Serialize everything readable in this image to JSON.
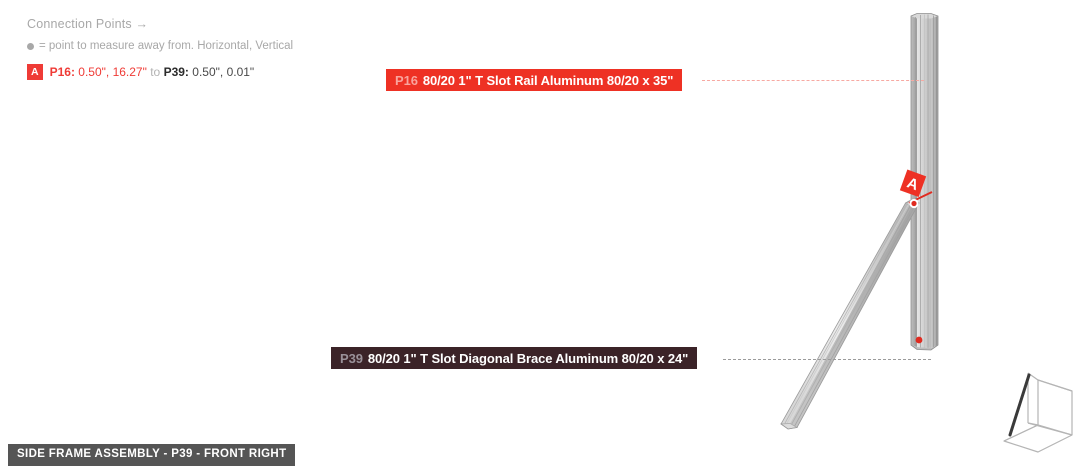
{
  "legend": {
    "title": "Connection Points →",
    "note": "= point to measure away from. Horizontal, Vertical",
    "rows": [
      {
        "tag": "A",
        "from_id": "P16:",
        "from_value": "0.50\", 16.27\"",
        "separator": "to",
        "to_id": "P39:",
        "to_value": "0.50\", 0.01\""
      }
    ]
  },
  "callouts": [
    {
      "id": "P16",
      "description": "80/20 1\" T Slot Rail Aluminum 80/20 x 35\"",
      "color": "#ee3124",
      "prefix_color": "#f9a49d",
      "leader_color": "#f7a9a2"
    },
    {
      "id": "P39",
      "description": "80/20 1\" T Slot Diagonal Brace  Aluminum 80/20 x 24\"",
      "color": "#3b2328",
      "prefix_color": "#9a9199",
      "leader_color": "#9b9b9b"
    }
  ],
  "marker": {
    "label": "A",
    "color": "#ee3124"
  },
  "title_bar": {
    "text": "SIDE FRAME ASSEMBLY - P39 - FRONT RIGHT",
    "background": "#555555"
  },
  "model": {
    "parts": [
      {
        "name": "vertical-rail",
        "part_id": "P16",
        "material": "Aluminum 80/20",
        "length": "35\""
      },
      {
        "name": "diagonal-brace",
        "part_id": "P39",
        "material": "Aluminum 80/20",
        "length": "24\""
      }
    ],
    "connection_points": [
      {
        "tag": "A",
        "point": "P16",
        "horizontal": "0.50\"",
        "vertical": "16.27\""
      },
      {
        "tag": "A",
        "point": "P39",
        "horizontal": "0.50\"",
        "vertical": "0.01\""
      }
    ]
  },
  "thumbnail": {
    "name": "frame-orientation-thumbnail"
  }
}
